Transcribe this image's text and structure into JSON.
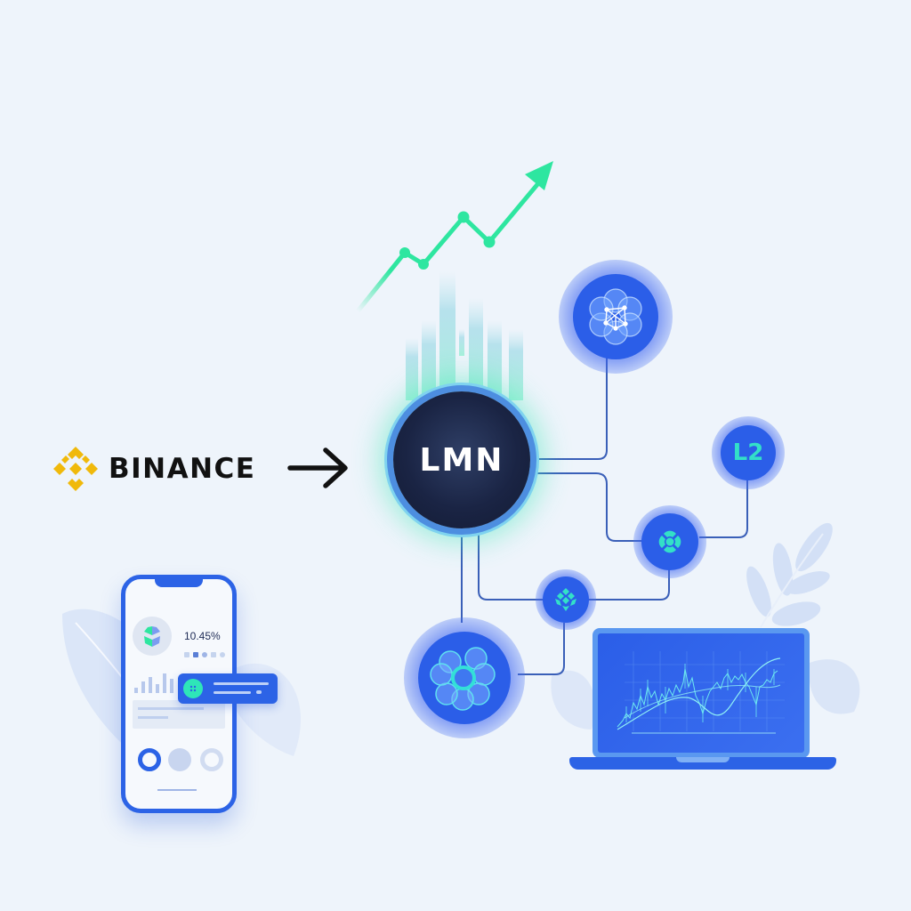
{
  "brand": {
    "name": "BINANCE",
    "logo_icon": "binance-diamond-logo",
    "color": "#f0b90b"
  },
  "flow": {
    "arrow_icon": "arrow-right-icon"
  },
  "center_node": {
    "label": "LMN",
    "glow_color": "#3ce6b4",
    "fill_color": "#1a2444"
  },
  "nodes": [
    {
      "id": "network-node",
      "icon": "flower-network-icon"
    },
    {
      "id": "l2-node",
      "label": "L2"
    },
    {
      "id": "clover-node",
      "icon": "four-petal-icon"
    },
    {
      "id": "gem-node",
      "icon": "faceted-gem-icon"
    },
    {
      "id": "flower-node",
      "icon": "flower-ring-icon"
    }
  ],
  "trend": {
    "icon": "trend-up-arrow-icon",
    "color": "#2ee6a0"
  },
  "phone": {
    "percentage": "10.45%",
    "token_icon": "cube-token-icon",
    "card_icon": "dots-coin-icon"
  },
  "laptop": {
    "chart_icon": "candlestick-chart-icon"
  },
  "colors": {
    "background": "#eef4fb",
    "primary_blue": "#2c63e6",
    "accent_teal": "#33e0c8",
    "connector": "#3a5fb8"
  }
}
